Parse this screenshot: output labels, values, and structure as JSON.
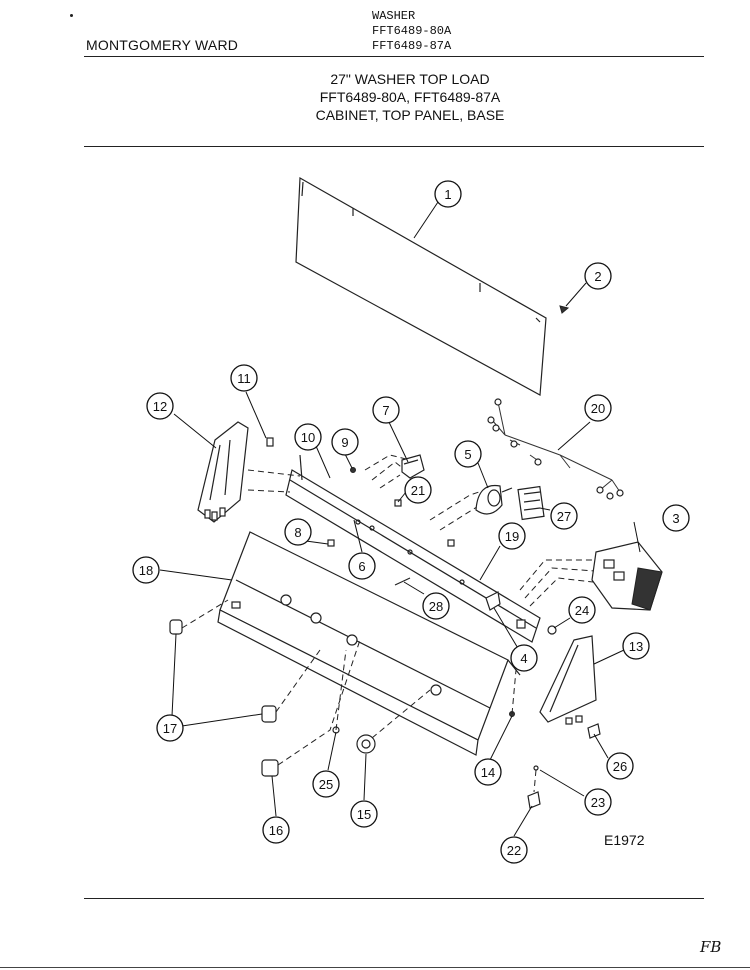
{
  "header": {
    "brand": "MONTGOMERY WARD",
    "appliance": "WASHER",
    "model_1": "FFT6489-80A",
    "model_2": "FFT6489-87A"
  },
  "titles": {
    "line1": "27\" WASHER TOP LOAD",
    "line2": "FFT6489-80A, FFT6489-87A",
    "line3": "CABINET, TOP PANEL, BASE"
  },
  "diagram": {
    "code": "E1972",
    "callouts": [
      "1",
      "2",
      "3",
      "4",
      "5",
      "6",
      "7",
      "8",
      "9",
      "10",
      "11",
      "12",
      "13",
      "14",
      "15",
      "16",
      "17",
      "17",
      "18",
      "19",
      "20",
      "21",
      "22",
      "23",
      "24",
      "25",
      "26",
      "27",
      "28"
    ]
  },
  "footer": {
    "page_mark": "FB"
  }
}
